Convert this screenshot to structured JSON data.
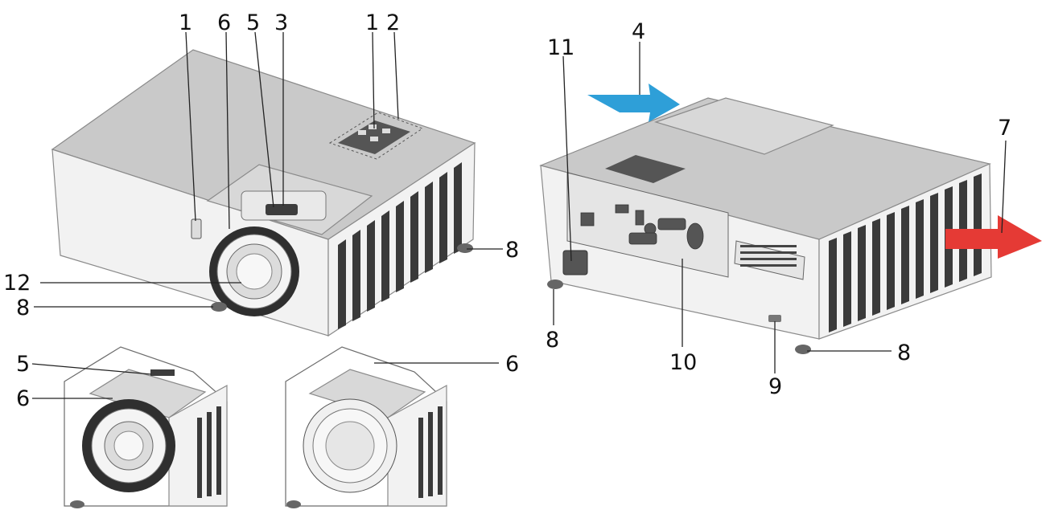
{
  "callouts": {
    "front_top_1a": "1",
    "front_top_6": "6",
    "front_top_5": "5",
    "front_top_3": "3",
    "front_top_1b": "1",
    "front_top_2": "2",
    "front_8_right": "8",
    "front_12": "12",
    "front_8_left": "8",
    "back_11": "11",
    "back_4": "4",
    "back_7": "7",
    "back_8_left": "8",
    "back_10": "10",
    "back_9": "9",
    "back_8_right": "8",
    "detail1_5": "5",
    "detail1_6": "6",
    "detail2_6": "6"
  },
  "colors": {
    "intake_arrow": "#2e9fd8",
    "exhaust_arrow": "#e53a35",
    "body_top": "#c9c9c9",
    "body_side": "#f2f2f2",
    "vent": "#3a3a3a"
  },
  "icons": {
    "intake": "blue-intake-arrow",
    "exhaust": "red-exhaust-arrow",
    "lock": "kensington-lock-icon"
  }
}
